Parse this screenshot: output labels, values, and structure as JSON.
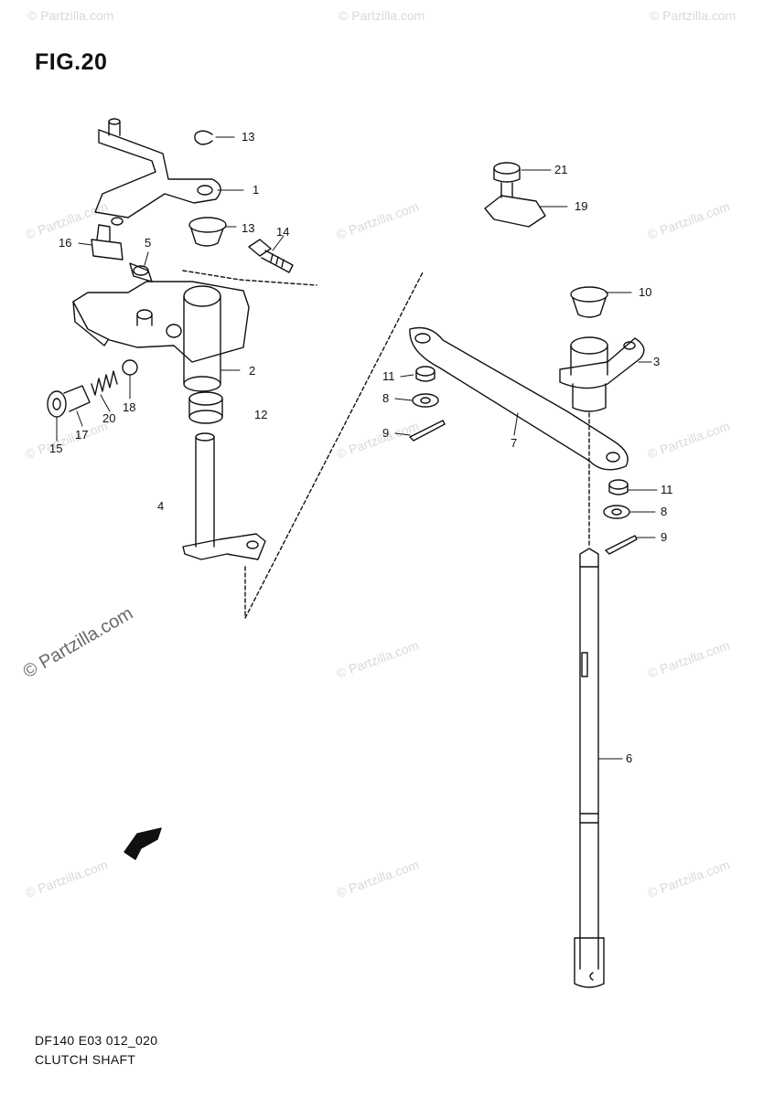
{
  "figure": {
    "title": "FIG.20"
  },
  "footer": {
    "code": "DF140 E03 012_020",
    "caption": "CLUTCH SHAFT"
  },
  "watermark": {
    "text": "© Partzilla.com"
  },
  "fwd_arrow": {
    "label": "FWD"
  },
  "callouts": {
    "c13a": "13",
    "c1": "1",
    "c13b": "13",
    "c14": "14",
    "c16": "16",
    "c5": "5",
    "c2": "2",
    "c12": "12",
    "c18": "18",
    "c15": "15",
    "c17": "17",
    "c20": "20",
    "c4": "4",
    "c21": "21",
    "c19": "19",
    "c10": "10",
    "c3": "3",
    "c11a": "11",
    "c8a": "8",
    "c9a": "9",
    "c7": "7",
    "c11b": "11",
    "c8b": "8",
    "c9b": "9",
    "c6": "6"
  },
  "colors": {
    "line": "#111111",
    "watermark": "#d9d9d9"
  }
}
